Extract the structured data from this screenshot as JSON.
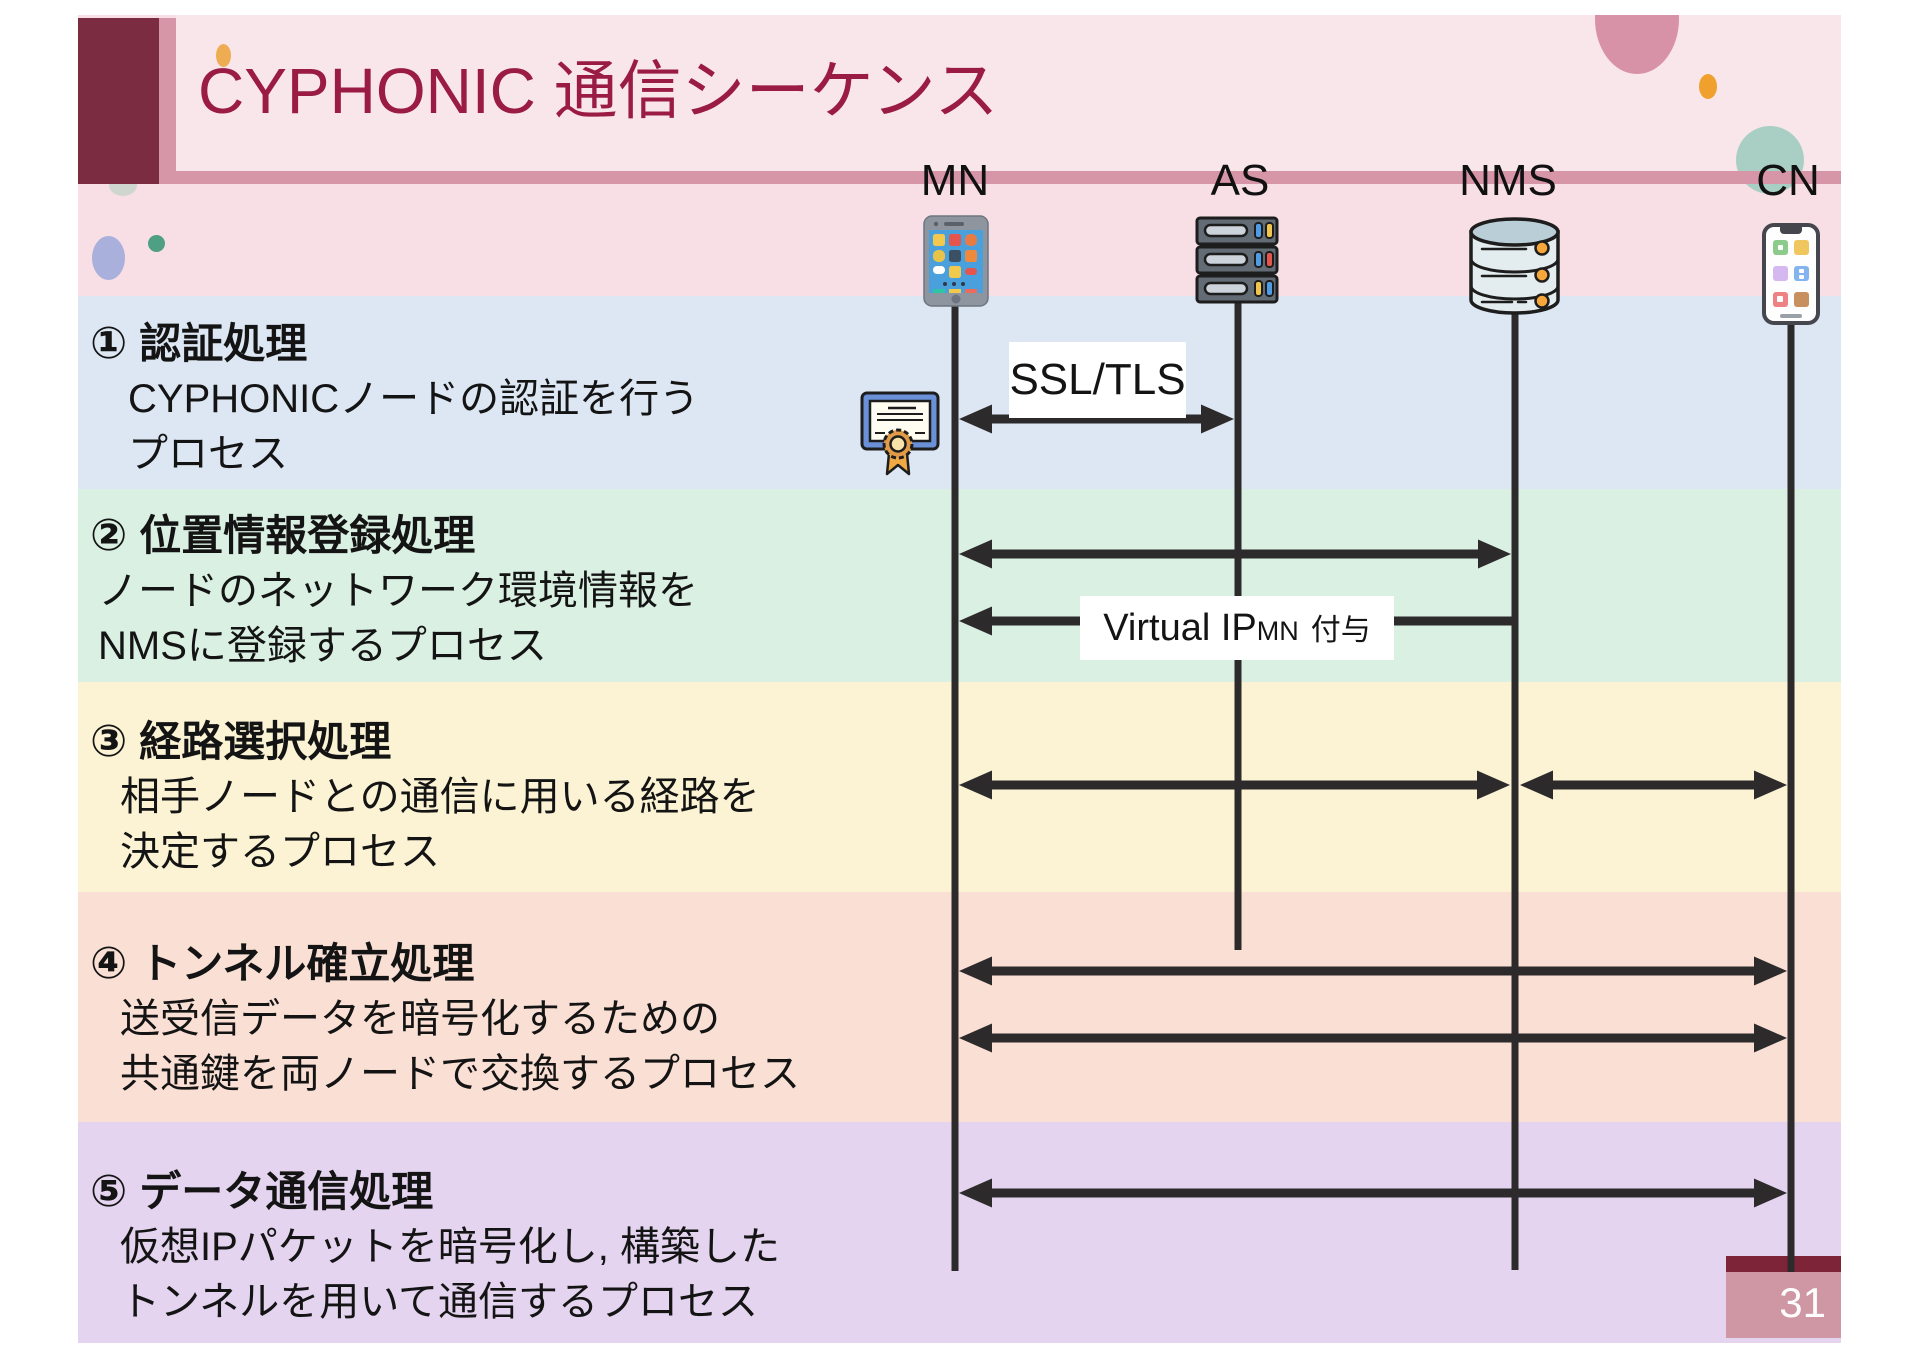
{
  "slide": {
    "title": "CYPHONIC 通信シーケンス",
    "page_number": "31"
  },
  "palette": {
    "slide_background": "#f7dfe5",
    "title_text": "#9a1b44",
    "title_block": "#7b2c41",
    "accent_stripe": "#d795a8",
    "band_auth_blue": "#dce7f3",
    "band_location_green": "#d9f0e3",
    "band_route_yellow": "#fbf3d4",
    "band_tunnel_pink": "#fadfd4",
    "band_data_purple": "#e4d4ef",
    "line_color": "#2d2a2b",
    "page_box_pink": "#cf96a3",
    "page_box_bar": "#7d2439"
  },
  "nodes": [
    {
      "label": "MN",
      "icon": "smartphone-icon"
    },
    {
      "label": "AS",
      "icon": "server-icon"
    },
    {
      "label": "NMS",
      "icon": "database-icon"
    },
    {
      "label": "CN",
      "icon": "smartphone-icon"
    }
  ],
  "messages": {
    "ssl_tls": "SSL/TLS",
    "virtual_ip": {
      "prefix": "Virtual IP",
      "subscript": "MN",
      "suffix": "付与"
    }
  },
  "sections": [
    {
      "number": "①",
      "heading": "認証処理",
      "lines": [
        "CYPHONICノードの認証を行う",
        "プロセス"
      ],
      "color": "#dce7f3"
    },
    {
      "number": "②",
      "heading": "位置情報登録処理",
      "lines": [
        "ノードのネットワーク環境情報を",
        "NMSに登録するプロセス"
      ],
      "color": "#d9f0e3"
    },
    {
      "number": "③",
      "heading": "経路選択処理",
      "lines": [
        "相手ノードとの通信に用いる経路を",
        "決定するプロセス"
      ],
      "color": "#fbf3d4"
    },
    {
      "number": "④",
      "heading": "トンネル確立処理",
      "lines": [
        "送受信データを暗号化するための",
        "共通鍵を両ノードで交換するプロセス"
      ],
      "color": "#fadfd4"
    },
    {
      "number": "⑤",
      "heading": "データ通信処理",
      "lines": [
        "仮想IPパケットを暗号化し, 構築した",
        "トンネルを用いて通信するプロセス"
      ],
      "color": "#e4d4ef"
    }
  ]
}
